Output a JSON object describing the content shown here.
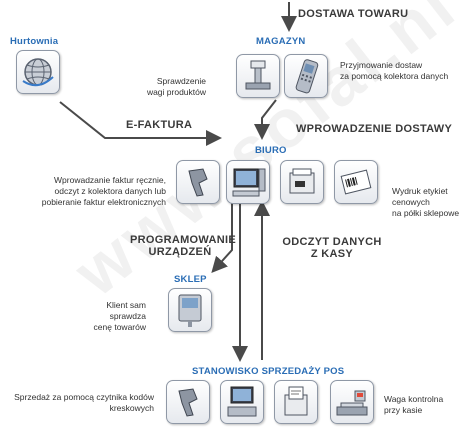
{
  "watermark": "www.sofal.nl",
  "heading_dostawa": "DOSTAWA TOWARU",
  "heading_efaktura": "E-FAKTURA",
  "heading_wprowadzenie": "WPROWADZENIE DOSTAWY",
  "heading_programowanie_1": "PROGRAMOWANIE",
  "heading_programowanie_2": "URZĄDZEŃ",
  "heading_odczyt_1": "ODCZYT DANYCH",
  "heading_odczyt_2": "Z KASY",
  "label_hurtownia": "Hurtownia",
  "label_magazyn": "MAGAZYN",
  "label_biuro": "BIURO",
  "label_sklep": "SKLEP",
  "label_pos": "STANOWISKO SPRZEDAŻY POS",
  "desc_wagi": [
    "Sprawdzenie",
    "wagi produktów"
  ],
  "desc_przyjmowanie": [
    "Przyjmowanie dostaw",
    "za pomocą kolektora danych"
  ],
  "desc_faktury": [
    "Wprowadzanie faktur ręcznie,",
    "odczyt z kolektora danych lub",
    "pobieranie faktur elektronicznych"
  ],
  "desc_etykiety": [
    "Wydruk etykiet",
    "cenowych",
    "na półki sklepowe"
  ],
  "desc_klient": [
    "Klient sam",
    "sprawdza",
    "cenę towarów"
  ],
  "desc_sprzedaz": [
    "Sprzedaż za pomocą czytnika kodów",
    "kreskowych"
  ],
  "desc_waga": [
    "Waga kontrolna",
    "przy kasie"
  ],
  "colors": {
    "section_label": "#2a6db5",
    "arrow": "#4a4a4a",
    "box_border": "#8f98a6"
  },
  "icons": {
    "hurtownia": "globe-icon",
    "magazyn_1": "scale-icon",
    "magazyn_2": "data-collector-icon",
    "biuro_1": "barcode-scanner-icon",
    "biuro_2": "computer-icon",
    "biuro_3": "label-printer-icon",
    "biuro_4": "price-label-icon",
    "sklep": "price-checker-icon",
    "pos_1": "barcode-scanner-icon",
    "pos_2": "pos-terminal-icon",
    "pos_3": "receipt-printer-icon",
    "pos_4": "checkout-scale-icon"
  }
}
